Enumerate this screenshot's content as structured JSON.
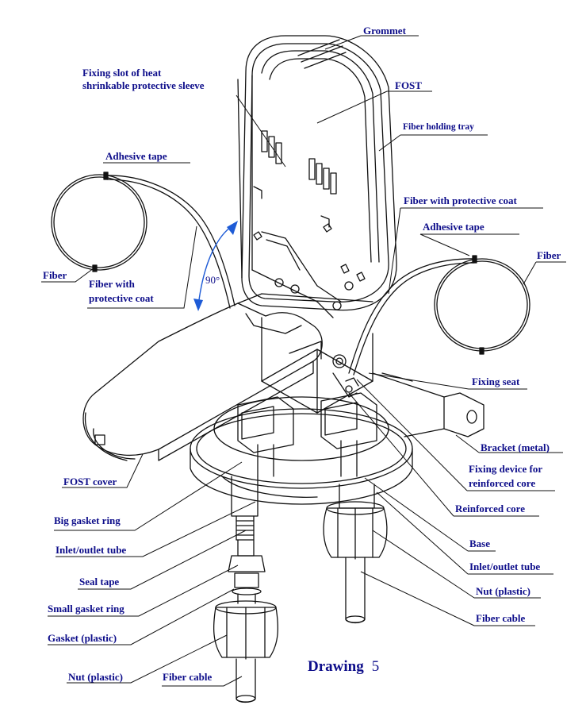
{
  "labels": {
    "grommet": "Grommet",
    "fixing_slot": [
      "Fixing slot of heat",
      "shrinkable protective sleeve"
    ],
    "fost": "FOST",
    "fiber_holding_tray": "Fiber holding tray",
    "adhesive_tape_left": "Adhesive tape",
    "fiber_protective_coat_right": "Fiber  with protective coat",
    "adhesive_tape_right": "Adhesive tape",
    "fiber_right": "Fiber",
    "fiber_left": "Fiber",
    "fiber_protective_coat_left": [
      "Fiber  with",
      "protective coat"
    ],
    "fixing_seat": "Fixing seat",
    "bracket": "Bracket (metal)",
    "fixing_device": [
      "Fixing device for",
      "reinforced core"
    ],
    "fost_cover": "FOST  cover",
    "reinforced_core": "Reinforced core",
    "big_gasket_ring": "Big gasket ring",
    "base": "Base",
    "inlet_outlet_tube_left": "Inlet/outlet tube",
    "inlet_outlet_tube_right": "Inlet/outlet tube",
    "seal_tape": "Seal tape",
    "nut_plastic_right": "Nut (plastic)",
    "small_gasket_ring": "Small gasket ring",
    "fiber_cable_right": "Fiber  cable",
    "gasket_plastic": "Gasket (plastic)",
    "nut_plastic_left": "Nut (plastic)",
    "fiber_cable_bottom": "Fiber  cable",
    "angle": "90°"
  },
  "caption": {
    "title": "Drawing",
    "number": "5"
  },
  "colors": {
    "label": "#0d0d8a",
    "line": "#111111",
    "arrow": "#1e5bd6"
  }
}
